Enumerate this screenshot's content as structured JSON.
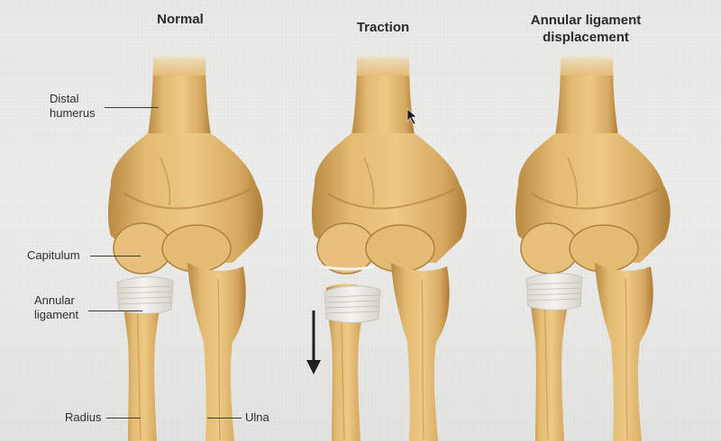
{
  "panels": [
    {
      "title": "Normal"
    },
    {
      "title": "Traction"
    },
    {
      "title_line1": "Annular ligament",
      "title_line2": "displacement"
    }
  ],
  "labels": {
    "distal_humerus_line1": "Distal",
    "distal_humerus_line2": "humerus",
    "capitulum": "Capitulum",
    "annular_ligament_line1": "Annular",
    "annular_ligament_line2": "ligament",
    "radius": "Radius",
    "ulna": "Ulna"
  },
  "colors": {
    "bone": "#e0b56a",
    "bone_shadow": "#b8843a",
    "ligament": "#ecebe4",
    "background": "#ececea",
    "arrow": "#1e1e1e"
  },
  "icons": {
    "traction_arrow": "down-arrow-icon",
    "cursor": "mouse-pointer-icon"
  }
}
